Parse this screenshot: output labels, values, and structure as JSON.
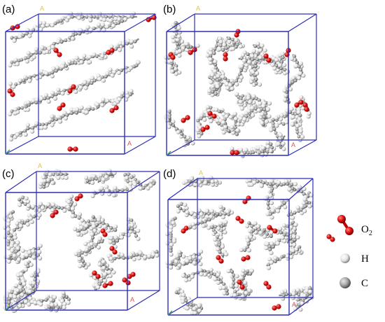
{
  "panels": [
    {
      "label": "(a)"
    },
    {
      "label": "(b)"
    },
    {
      "label": "(c)"
    },
    {
      "label": "(d)"
    }
  ],
  "axis_glyph": "A",
  "legend": {
    "items": [
      {
        "label": "O",
        "subscript": "2",
        "color": "#e01010",
        "icon": "o2-molecule-icon"
      },
      {
        "label": "H",
        "subscript": "",
        "color": "#e8e8e8",
        "icon": "hydrogen-atom-icon"
      },
      {
        "label": "C",
        "subscript": "",
        "color": "#9a9a9a",
        "icon": "carbon-atom-icon"
      }
    ]
  },
  "colors": {
    "box": "#2d2db8",
    "oxygen": "#e01010",
    "hydrogen": "#e8e8e8",
    "carbon": "#9a9a9a",
    "axis_a": "#e05050",
    "axis_b": "#d9c84a",
    "axis_c": "#3aa05a"
  }
}
